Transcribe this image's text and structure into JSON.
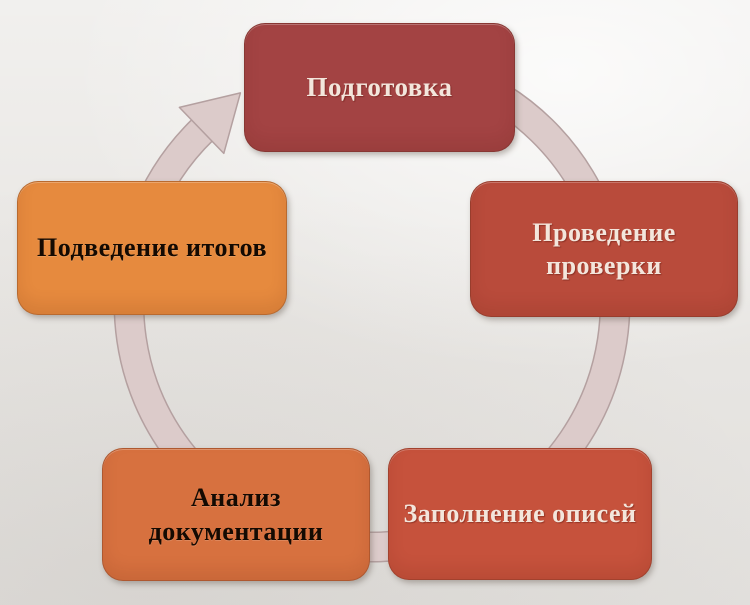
{
  "diagram": {
    "type": "cycle",
    "direction": "clockwise",
    "background_color": "#EAE8E5",
    "ring": {
      "name": "circular-arrow",
      "fill_color": "#DCCBCA",
      "edge_color": "#B4A0A0"
    },
    "nodes": [
      {
        "label": "Подготовка",
        "fill": "#A34343",
        "text_color": "#F3E6DC",
        "position": "top"
      },
      {
        "label": "Проведение проверки",
        "fill": "#B94B3B",
        "text_color": "#F3E6DC",
        "position": "right"
      },
      {
        "label": "Заполнение описей",
        "fill": "#C6523C",
        "text_color": "#F3E6DC",
        "position": "bottom-right"
      },
      {
        "label": "Анализ документации",
        "fill": "#D7713F",
        "text_color": "#140A02",
        "position": "bottom-left"
      },
      {
        "label": "Подведение итогов",
        "fill": "#E68A3E",
        "text_color": "#140A02",
        "position": "left"
      }
    ]
  }
}
